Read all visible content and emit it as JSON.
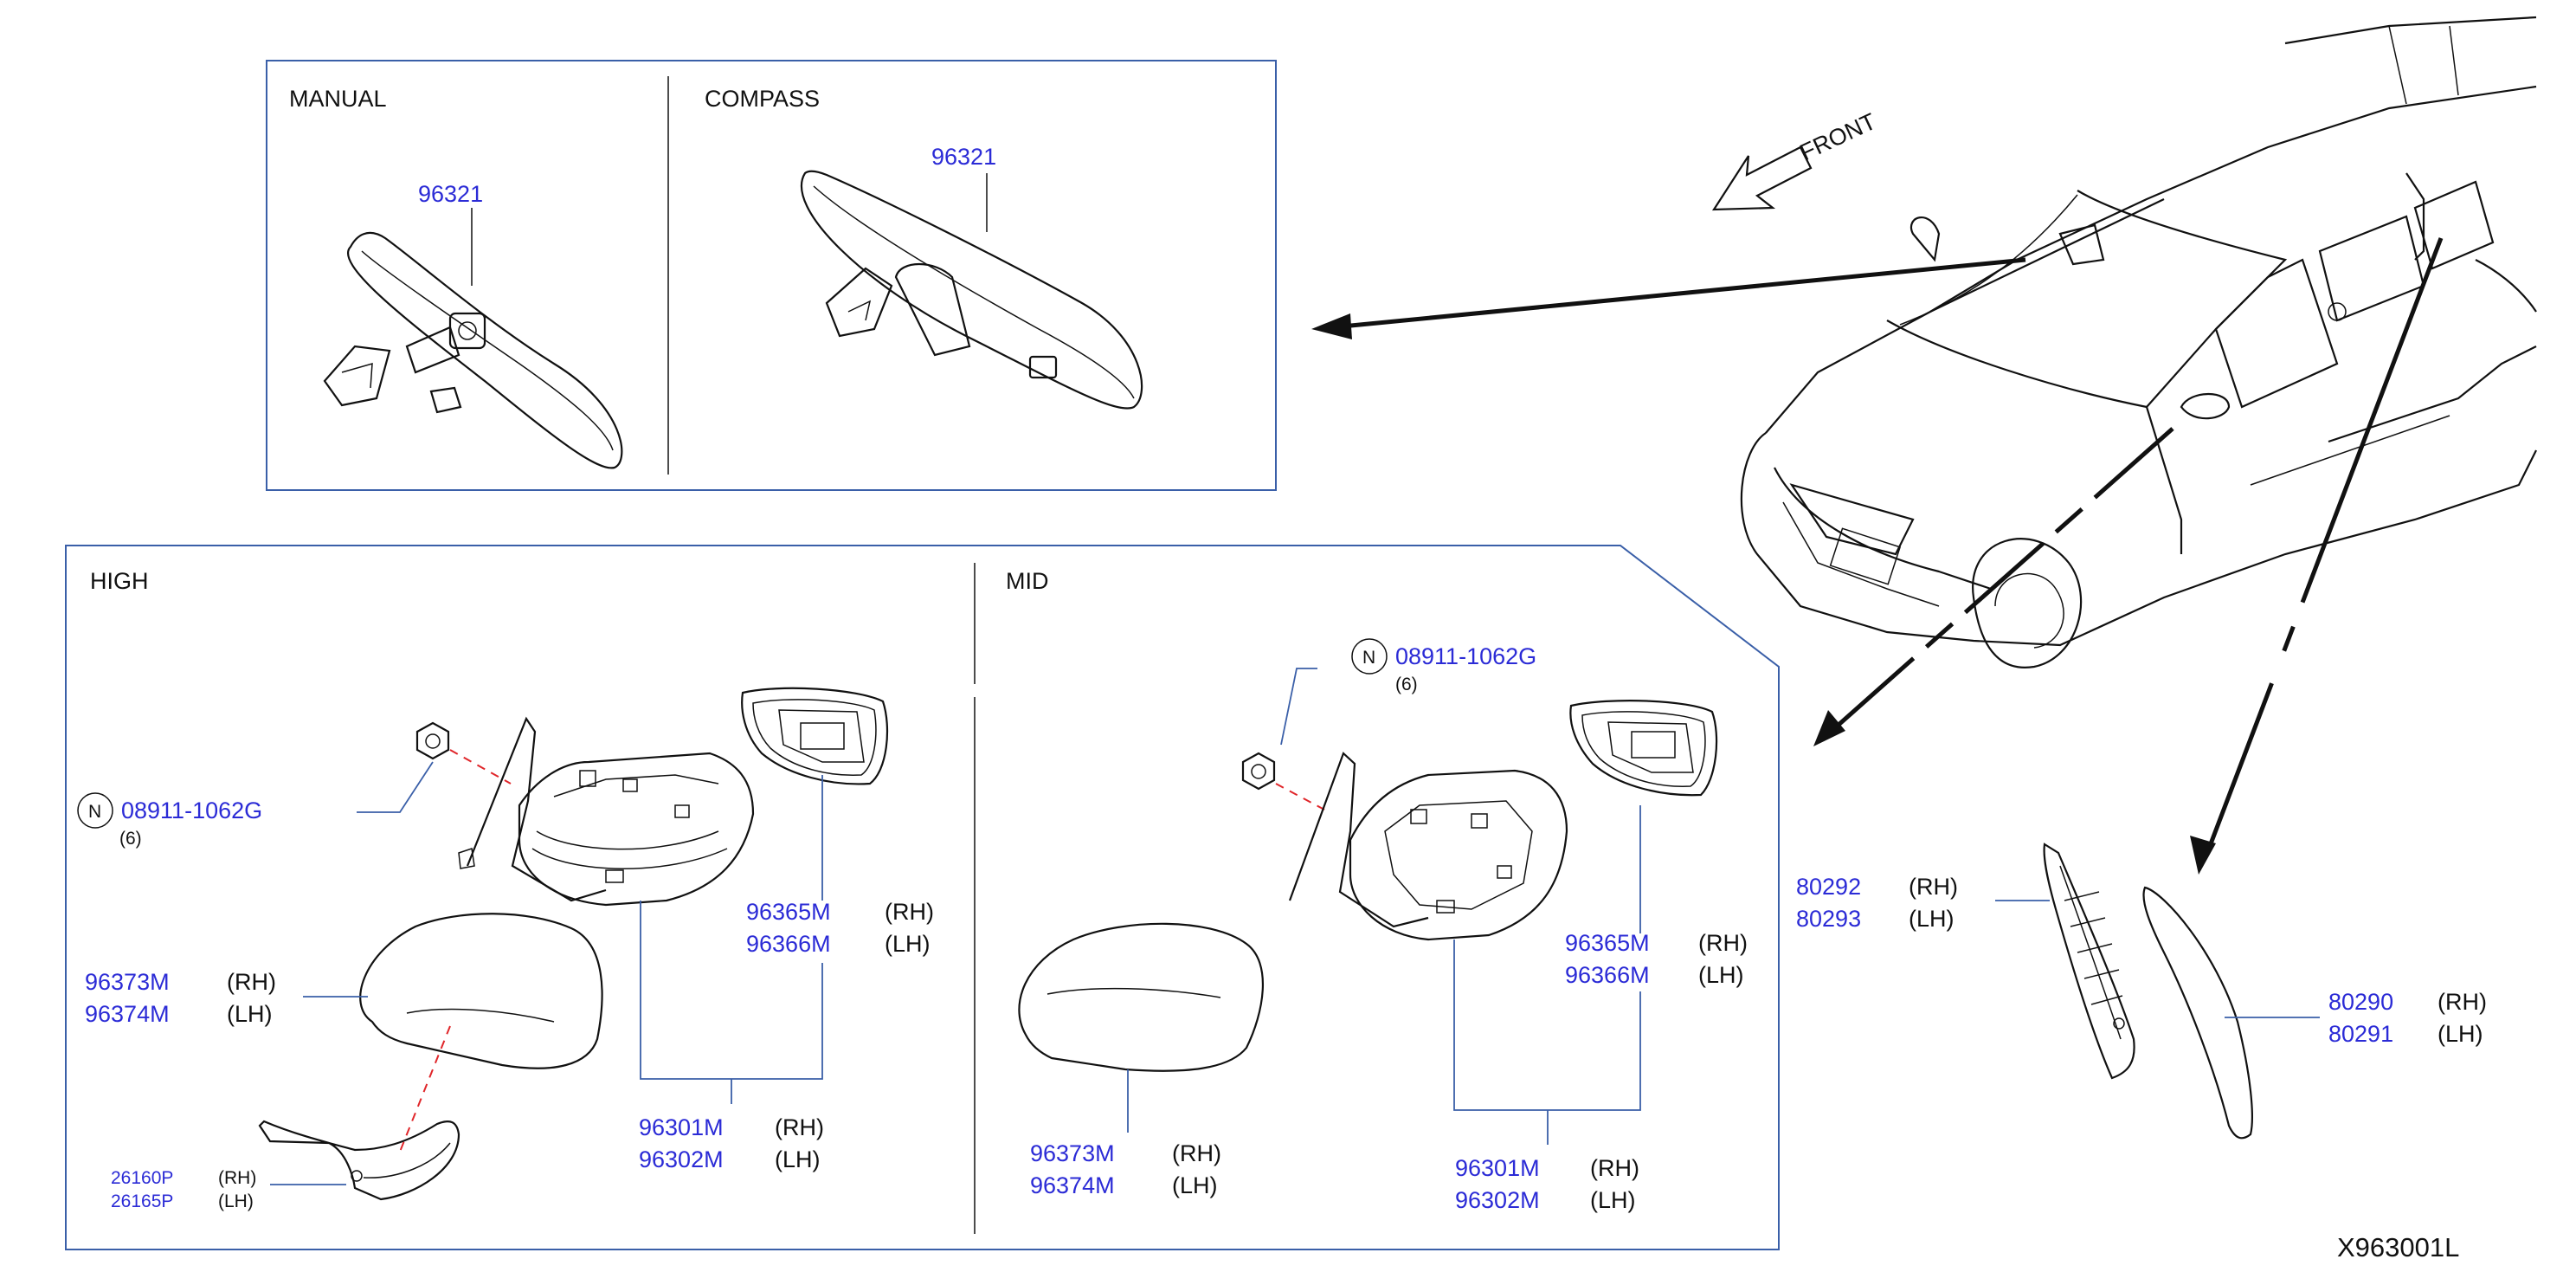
{
  "diagram_code": "X963001L",
  "front_label": "FRONT",
  "inner_mirror": {
    "manual_header": "MANUAL",
    "compass_header": "COMPASS",
    "manual_part": "96321",
    "compass_part": "96321"
  },
  "high": {
    "header": "HIGH",
    "nut_symbol": "N",
    "nut_part": "08911-1062G",
    "nut_qty": "(6)",
    "glass_rh": "96365M",
    "glass_lh": "96366M",
    "cover_rh": "96373M",
    "cover_lh": "96374M",
    "assy_rh": "96301M",
    "assy_lh": "96302M",
    "lamp_rh": "26160P",
    "lamp_lh": "26165P"
  },
  "mid": {
    "header": "MID",
    "nut_symbol": "N",
    "nut_part": "08911-1062G",
    "nut_qty": "(6)",
    "glass_rh": "96365M",
    "glass_lh": "96366M",
    "cover_rh": "96373M",
    "cover_lh": "96374M",
    "assy_rh": "96301M",
    "assy_lh": "96302M"
  },
  "side_trim": {
    "inner_rh": "80292",
    "inner_lh": "80293",
    "outer_rh": "80290",
    "outer_lh": "80291"
  },
  "side_rh": "(RH)",
  "side_lh": "(LH)",
  "colors": {
    "part_number": "#2b2bd6",
    "frame": "#3a5fa8",
    "guide_dash": "#e0262a",
    "line": "#111111"
  }
}
